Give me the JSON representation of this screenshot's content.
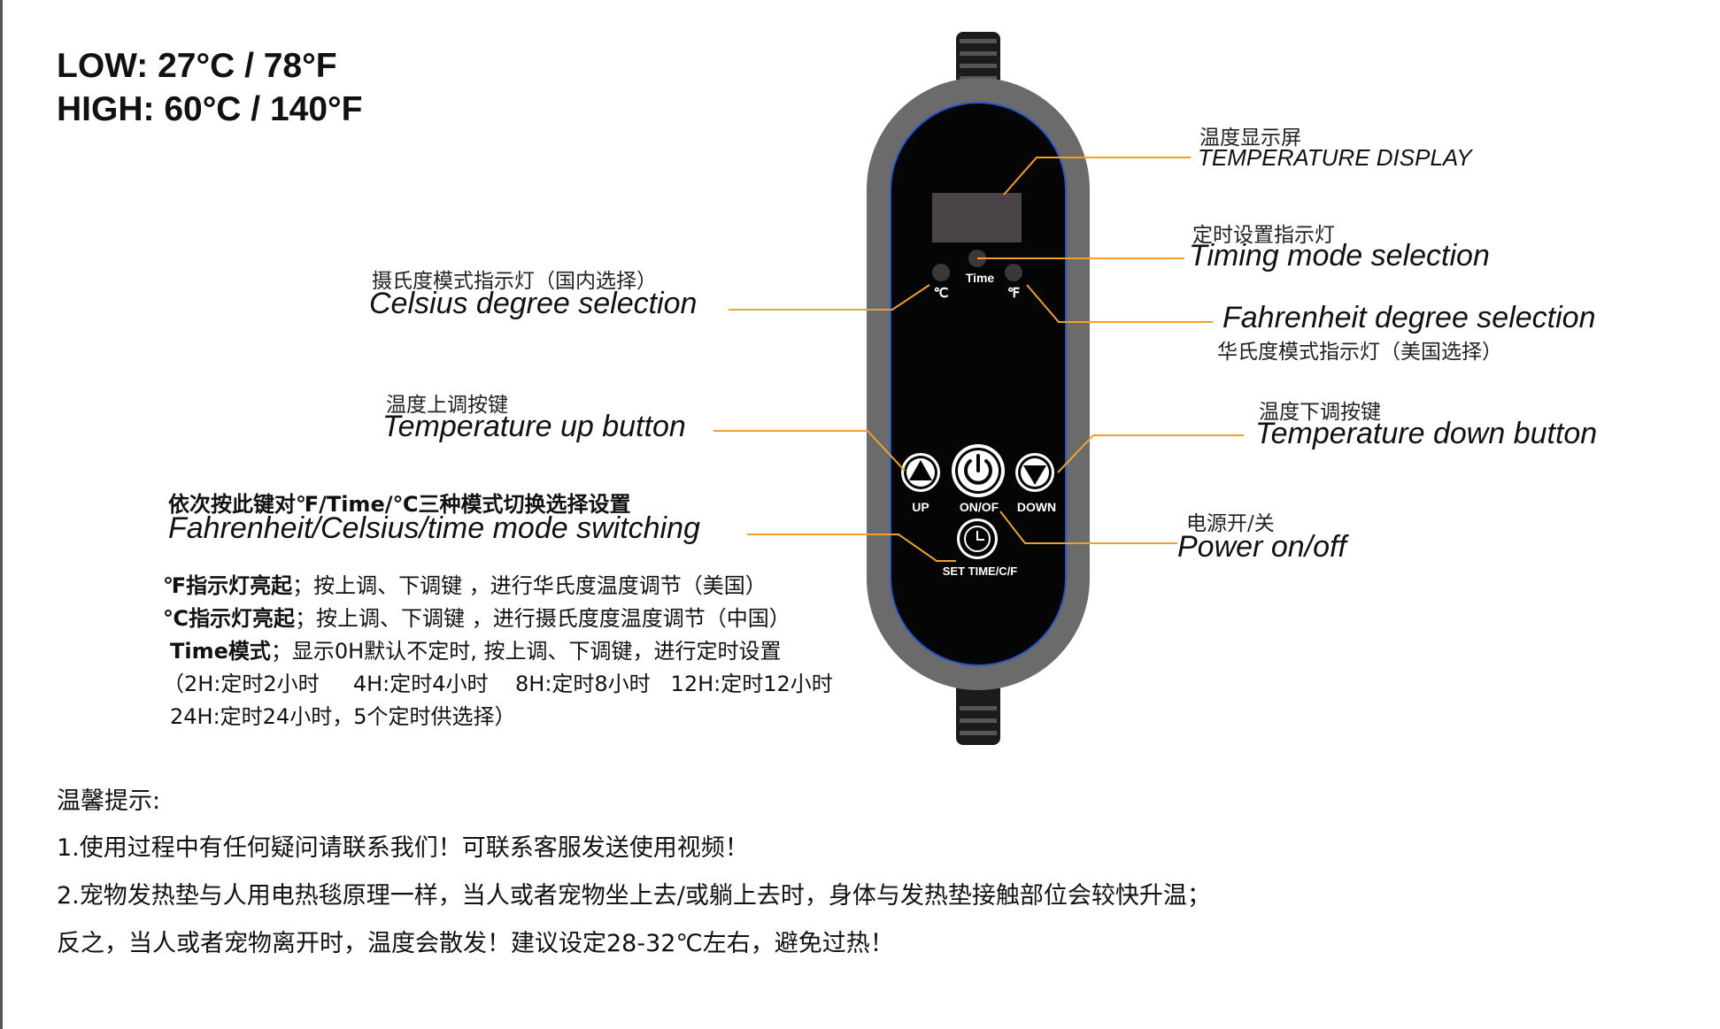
{
  "range": {
    "low": "LOW: 27°C / 78°F",
    "high": "HIGH: 60°C / 140°F"
  },
  "controller": {
    "buttons": {
      "up": "UP",
      "onoff": "ON/OF",
      "down": "DOWN",
      "set": "SET TIME/C/F"
    },
    "indicators": {
      "celsius": "℃",
      "time": "Time",
      "fahrenheit": "℉"
    },
    "colors": {
      "shell": "#6b6b6b",
      "face": "#050505",
      "bezel": "#2a55c8",
      "display": "#4a4347",
      "leader": "#f0a030"
    }
  },
  "labels": {
    "temperature_display": {
      "cn": "温度显示屏",
      "en": "TEMPERATURE DISPLAY"
    },
    "timing_mode": {
      "cn": "定时设置指示灯",
      "en": "Timing mode selection"
    },
    "celsius": {
      "cn": "摄氏度模式指示灯（国内选择）",
      "en": "Celsius degree selection"
    },
    "fahrenheit": {
      "en": "Fahrenheit degree selection",
      "cn": "华氏度模式指示灯（美国选择）"
    },
    "temp_up": {
      "cn": "温度上调按键",
      "en": "Temperature up button"
    },
    "temp_down": {
      "cn": "温度下调按键",
      "en": "Temperature down button"
    },
    "mode_switch": {
      "cn": "依次按此键对℉/Time/℃三种模式切换选择设置",
      "en": "Fahrenheit/Celsius/time mode switching"
    },
    "power": {
      "cn": "电源开/关",
      "en": "Power on/off"
    }
  },
  "notes": {
    "f_bold": "℉指示灯亮起",
    "f_text": "；按上调、下调键 ，进行华氏度温度调节（美国）",
    "c_bold": "℃指示灯亮起",
    "c_text": "；按上调、下调键 ，进行摄氏度度温度调节（中国）",
    "time_bold": "Time模式",
    "time_text": "；显示0H默认不定时, 按上调、下调键，进行定时设置",
    "line4": "（2H:定时2小时     4H:定时4小时    8H:定时8小时   12H:定时12小时",
    "line5": "24H:定时24小时，5个定时供选择）"
  },
  "tips": {
    "title": "温馨提示:",
    "line1": "1.使用过程中有任何疑问请联系我们！可联系客服发送使用视频！",
    "line2": "2.宠物发热垫与人用电热毯原理一样，当人或者宠物坐上去/或躺上去时，身体与发热垫接触部位会较快升温；",
    "line3": "反之，当人或者宠物离开时，温度会散发！建议设定28-32℃左右，避免过热！"
  }
}
